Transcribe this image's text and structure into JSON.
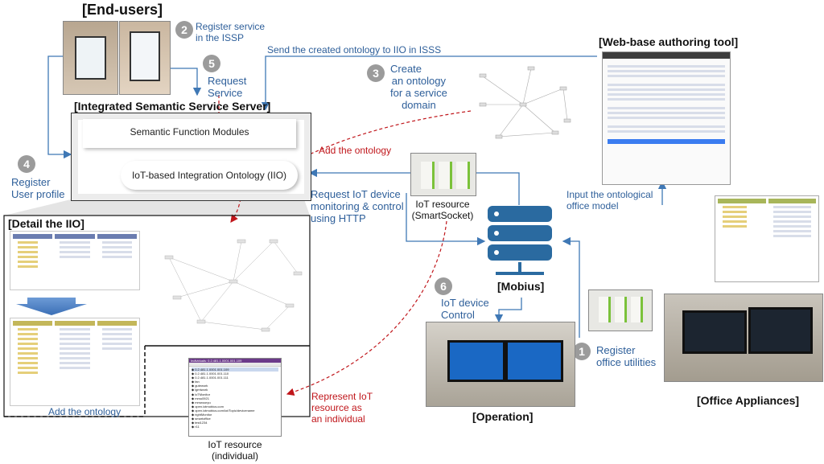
{
  "end_users": "[End-users]",
  "iss_title": "[Integrated Semantic Service Server]",
  "web_tool_title": "[Web-base authoring tool]",
  "detail_title": "[Detail the IIO]",
  "semantic_modules": "Semantic Function Modules",
  "iio": "IoT-based Integration Ontology (IIO)",
  "mobius": "[Mobius]",
  "operation": "[Operation]",
  "office_appliances": "[Office Appliances]",
  "steps": {
    "s1": {
      "num": "1",
      "text1": "Register",
      "text2": "office utilities"
    },
    "s2": {
      "num": "2",
      "text1": "Register service",
      "text2": "in the ISSP"
    },
    "s3": {
      "num": "3",
      "text1": "Create",
      "text2": "an ontology",
      "text3": "for a service",
      "text4": "domain"
    },
    "s4": {
      "num": "4",
      "text1": "Register",
      "text2": "User profile"
    },
    "s5": {
      "num": "5",
      "text1": "Request",
      "text2": "Service"
    },
    "s6": {
      "num": "6",
      "text1": "IoT device",
      "text2": "Control"
    }
  },
  "labels": {
    "send_ontology": "Send the created ontology to IIO in ISSS",
    "add_ontology_red": "Add the ontology",
    "request_iot1": "Request IoT device",
    "request_iot2": "monitoring & control",
    "request_iot3": "using HTTP",
    "iot_resource1": "IoT resource",
    "iot_resource2": "(SmartSocket)",
    "input_model1": "Input the ontological",
    "input_model2": "office model",
    "represent1": "Represent IoT",
    "represent2": "resource as",
    "represent3": "an individual",
    "add_ontology_blue": "Add the ontology",
    "iot_individual1": "IoT resource",
    "iot_individual2": "(individual)"
  },
  "individuals_list": {
    "header": "Individuals: 0.2.481.1.0001.001.109",
    "items": [
      "0.2.481.1.0001.001.109",
      "0.2.481.1.0001.001.110",
      "0.2.481.1.0001.001.111",
      "fan",
      "gutework",
      "lgmtwork",
      "loTMonitor",
      "mmu0921",
      "mmwooryu",
      "open.iotmobius.com",
      "open.iotmobius.com/iot/Topic/devicename",
      "rightMonitor",
      "smartoffice",
      "test1234",
      "r11"
    ]
  },
  "colors": {
    "blue_arrow": "#3f78b5",
    "red_dashed": "#c0161b",
    "server_icon": "#2a6aa0"
  }
}
